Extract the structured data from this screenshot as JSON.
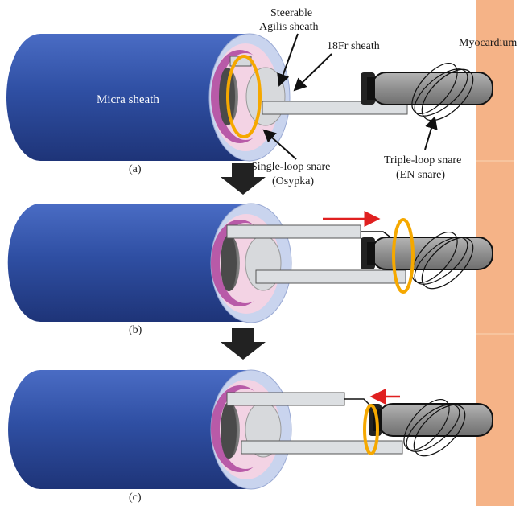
{
  "labels": {
    "micra_sheath": "Micra sheath",
    "steerable_line1": "Steerable",
    "steerable_line2": "Agilis sheath",
    "fr18_sheath": "18Fr sheath",
    "myocardium": "Myocardium",
    "single_loop_line1": "Single-loop snare",
    "single_loop_line2": "(Osypka)",
    "triple_loop_line1": "Triple-loop snare",
    "triple_loop_line2": "(EN snare)"
  },
  "panels": [
    {
      "id": "a",
      "label": "(a)"
    },
    {
      "id": "b",
      "label": "(b)"
    },
    {
      "id": "c",
      "label": "(c)"
    }
  ],
  "colors": {
    "micra_blue": "#2f4fa3",
    "outer_ring": "#c9d4ee",
    "pink_ring": "#f3d3e4",
    "magenta_ring": "#b85aa8",
    "sheath_gray": "#d5d8dc",
    "device_gray": "#8f8f8f",
    "snare_yellow": "#f5a800",
    "arrow_red": "#e02020",
    "myocardium": "#f5b387"
  }
}
